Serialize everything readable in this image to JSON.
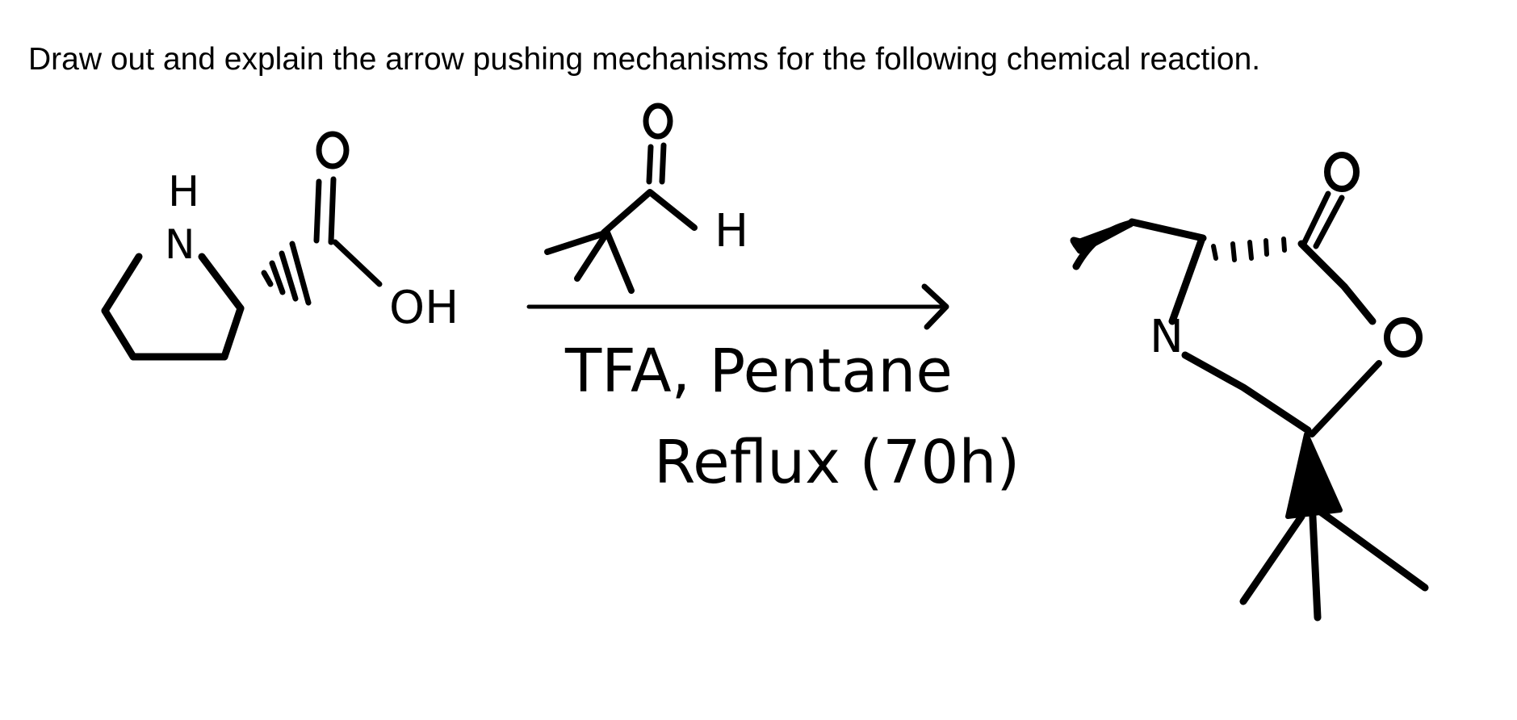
{
  "question": {
    "text": "Draw out and explain the arrow pushing mechanisms for the following chemical reaction."
  },
  "reaction": {
    "reactant": {
      "labels": {
        "h": "H",
        "n": "N",
        "carbonyl_o": "O",
        "oh": "OH"
      }
    },
    "reagent": {
      "labels": {
        "carbonyl_o": "O",
        "h": "H"
      }
    },
    "conditions": {
      "line1": "TFA, Pentane",
      "line2": "Reflux (70h)"
    },
    "product": {
      "labels": {
        "carbonyl_o": "O",
        "n": "N",
        "ring_o": "O"
      }
    }
  }
}
